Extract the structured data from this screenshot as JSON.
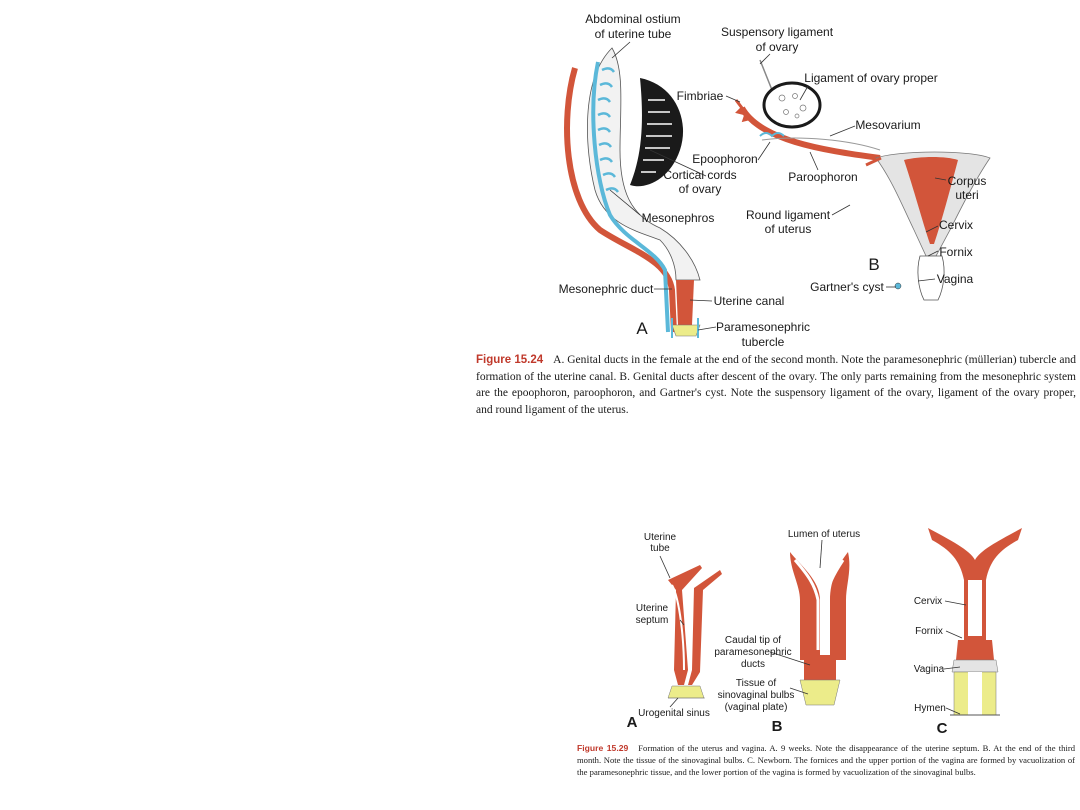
{
  "figure_15_24": {
    "panel_a": "A",
    "panel_b": "B",
    "labels": {
      "abdominal_ostium_1": "Abdominal ostium",
      "abdominal_ostium_2": "of uterine tube",
      "suspensory_1": "Suspensory ligament",
      "suspensory_2": "of ovary",
      "ligament_ovary_proper": "Ligament of ovary proper",
      "fimbriae": "Fimbriae",
      "mesovarium": "Mesovarium",
      "epoophoron": "Epoophoron",
      "cortical_1": "Cortical cords",
      "cortical_2": "of ovary",
      "paroophoron": "Paroophoron",
      "corpus_1": "Corpus",
      "corpus_2": "uteri",
      "mesonephros": "Mesonephros",
      "round_lig_1": "Round ligament",
      "round_lig_2": "of uterus",
      "cervix": "Cervix",
      "fornix": "Fornix",
      "vagina": "Vagina",
      "gartners_cyst": "Gartner's cyst",
      "mesonephric_duct": "Mesonephric duct",
      "uterine_canal": "Uterine canal",
      "paramesonephric_1": "Paramesonephric",
      "paramesonephric_2": "tubercle"
    },
    "caption": {
      "number": "Figure 15.24",
      "text": "A. Genital ducts in the female at the end of the second month. Note the paramesonephric (müllerian) tubercle and formation of the uterine canal. B. Genital ducts after descent of the ovary. The only parts remaining from the mesonephric system are the epoophoron, paroophoron, and Gartner's cyst. Note the suspensory ligament of the ovary, ligament of the ovary proper, and round ligament of the uterus."
    }
  },
  "figure_15_29": {
    "panel_a": "A",
    "panel_b": "B",
    "panel_c": "C",
    "labels": {
      "uterine_tube_1": "Uterine",
      "uterine_tube_2": "tube",
      "lumen_of_uterus": "Lumen of uterus",
      "cervix": "Cervix",
      "uterine_septum_1": "Uterine",
      "uterine_septum_2": "septum",
      "fornix": "Fornix",
      "caudal_1": "Caudal tip of",
      "caudal_2": "paramesonephric",
      "caudal_3": "ducts",
      "vagina": "Vagina",
      "tissue_1": "Tissue of",
      "tissue_2": "sinovaginal bulbs",
      "tissue_3": "(vaginal plate)",
      "urogenital_sinus": "Urogenital sinus",
      "hymen": "Hymen"
    },
    "caption": {
      "number": "Figure 15.29",
      "text": "Formation of the uterus and vagina. A. 9 weeks. Note the disappearance of the uterine septum. B. At the end of the third month. Note the tissue of the sinovaginal bulbs. C. Newborn. The fornices and the upper portion of the vagina are formed by vacuolization of the paramesonephric tissue, and the lower portion of the vagina is formed by vacuolization of the sinovaginal bulbs."
    }
  },
  "colors": {
    "duct_red": "#d2553a",
    "duct_blue": "#5bb8d9",
    "bulb_yellow": "#ecec8a",
    "organ_gray": "#e4e4e4",
    "caption_red": "#c0392b"
  }
}
